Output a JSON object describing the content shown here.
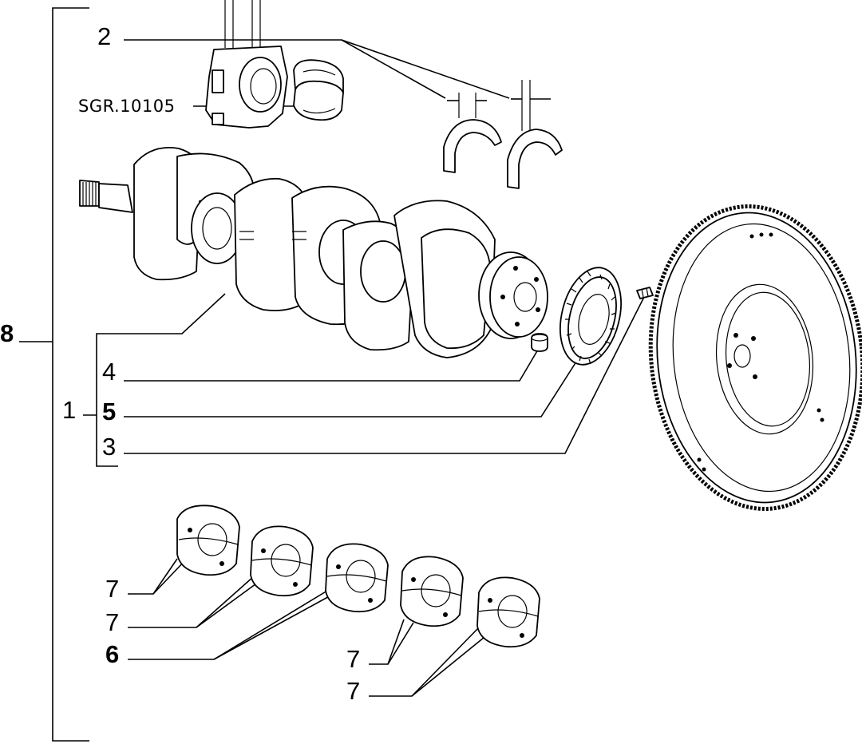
{
  "callouts": {
    "c8": "8",
    "c1": "1",
    "c2": "2",
    "c4": "4",
    "c5": "5",
    "c3": "3",
    "c6": "6",
    "c7a": "7",
    "c7b": "7",
    "c7c": "7",
    "c7d": "7"
  },
  "reference_code": "SGR.10105"
}
